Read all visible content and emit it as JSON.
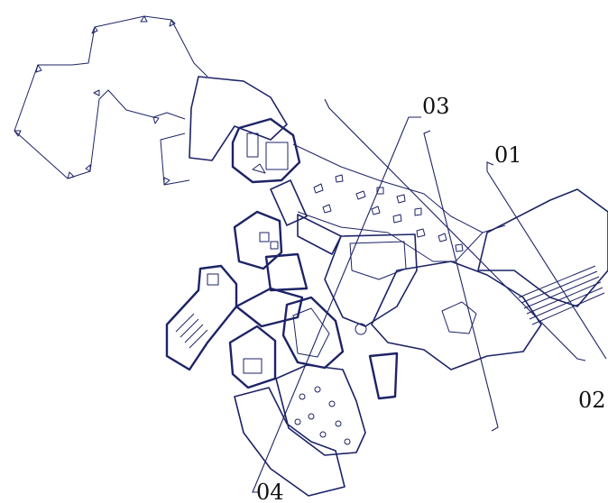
{
  "colors": {
    "ink": "#1d2366",
    "label": "#111111",
    "background": "#ffffff"
  },
  "callouts": [
    {
      "id": "01",
      "text": "01"
    },
    {
      "id": "02",
      "text": "02"
    },
    {
      "id": "03",
      "text": "03"
    },
    {
      "id": "04",
      "text": "04"
    }
  ]
}
